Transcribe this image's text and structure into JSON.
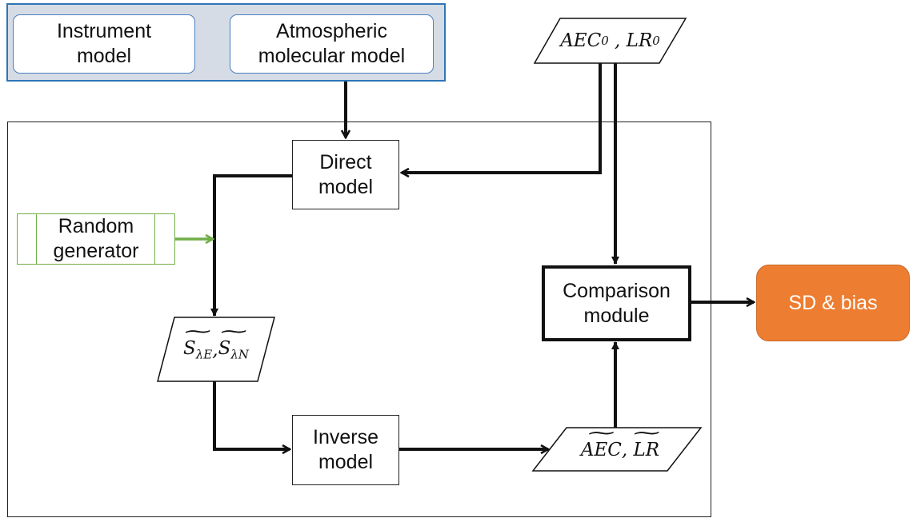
{
  "diagram": {
    "top_panel": {
      "instrument_model": "Instrument\nmodel",
      "atmospheric_model": "Atmospheric\nmolecular model"
    },
    "input_params": {
      "aec": "AEC",
      "aec_sub": "0",
      "separator": " , ",
      "lr": "LR",
      "lr_sub": "0"
    },
    "direct_model": "Direct\nmodel",
    "random_generator": "Random\ngenerator",
    "signals": {
      "s1": "S",
      "s1_sub": "λE",
      "sep": ",",
      "s2": "S",
      "s2_sub": "λN"
    },
    "inverse_model": "Inverse\nmodel",
    "estimates": {
      "aec": "AEC",
      "sep": ", ",
      "lr": "LR"
    },
    "comparison_module": "Comparison\nmodule",
    "output": "SD & bias",
    "colors": {
      "panel_fill": "#d6dce5",
      "panel_border": "#2e75b6",
      "random_generator": "#70ad47",
      "output_fill": "#ed7d31"
    }
  }
}
